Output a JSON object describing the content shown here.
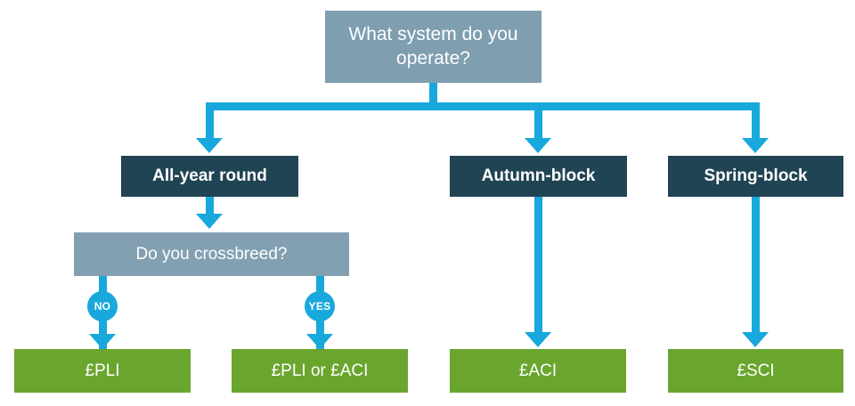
{
  "diagram": {
    "title_text": "What system do you operate?",
    "colors": {
      "slate": "#7f9eb0",
      "navy": "#204454",
      "green": "#6aa62e",
      "cyan": "#18a8dc",
      "text": "#ffffff",
      "background": "#ffffff"
    },
    "nodes": {
      "root_question": "What system do you operate?",
      "system_all_year": "All-year round",
      "system_autumn": "Autumn-block",
      "system_spring": "Spring-block",
      "crossbreed_question": "Do you crossbreed?",
      "result_pli": "£PLI",
      "result_pli_or_aci": "£PLI or £ACI",
      "result_aci": "£ACI",
      "result_sci": "£SCI"
    },
    "edge_labels": {
      "no": "NO",
      "yes": "YES"
    }
  }
}
